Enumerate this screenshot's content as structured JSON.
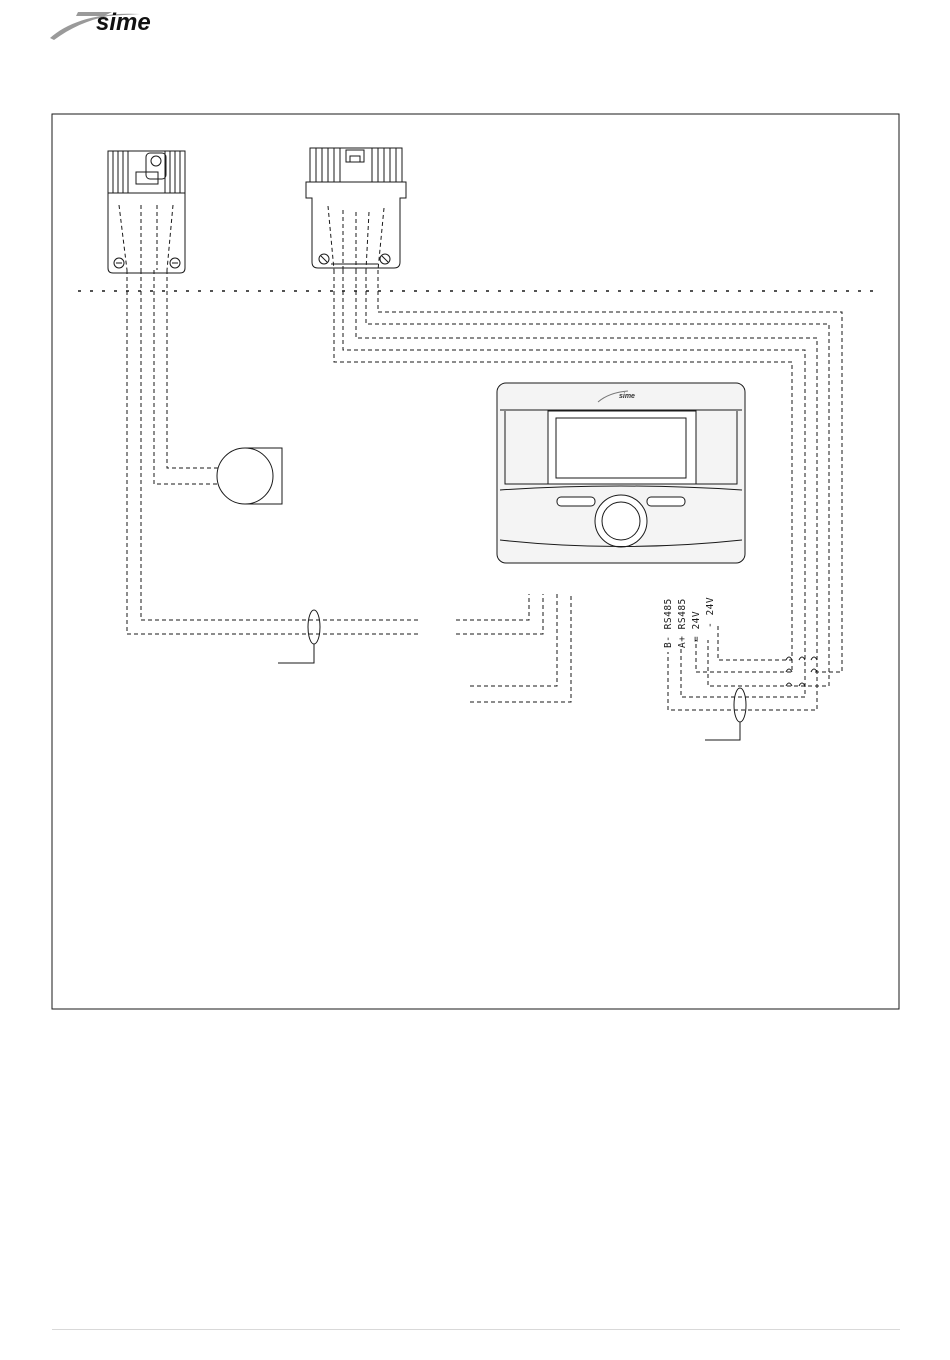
{
  "header": {
    "brand": "sime"
  },
  "diagram": {
    "device_brand": "sime",
    "terminal_labels": [
      {
        "id": "b-minus",
        "text": "B-  RS485"
      },
      {
        "id": "a-plus",
        "text": "A+  RS485"
      },
      {
        "id": "v24-a",
        "text": "=  24V"
      },
      {
        "id": "v24-b",
        "text": "-  24V"
      }
    ]
  },
  "colors": {
    "line": "#1a1a1a",
    "brand_swoosh": "#9a9a9a",
    "device_face": "#f4f4f4"
  }
}
